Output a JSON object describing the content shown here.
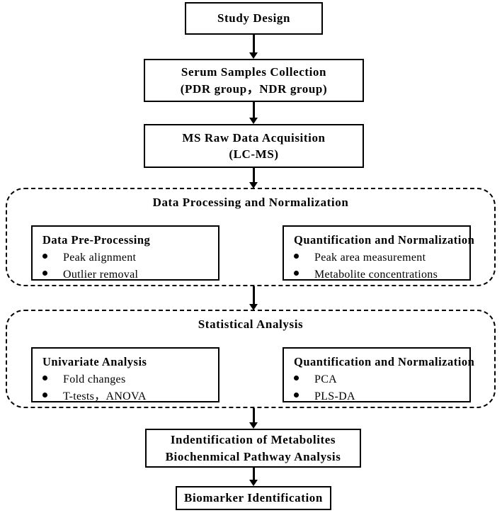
{
  "diagram": {
    "title": "Metabolomics study workflow flowchart",
    "colors": {
      "stroke": "#000000",
      "background": "#ffffff",
      "text": "#000000"
    },
    "nodes": {
      "study_design": {
        "line1": "Study Design"
      },
      "serum_samples": {
        "line1": "Serum Samples Collection",
        "line2": "(PDR group，NDR group)"
      },
      "ms_raw_data": {
        "line1": "MS Raw Data Acquisition",
        "line2": "(LC-MS)"
      },
      "identification": {
        "line1": "Indentification of Metabolites",
        "line2": "Biochenmical Pathway Analysis"
      },
      "biomarker": {
        "line1": "Biomarker Identification"
      }
    },
    "groups": [
      {
        "id": "data-processing",
        "title": "Data Processing and Normalization",
        "panels": [
          {
            "id": "data-pre-processing",
            "title": "Data Pre-Processing",
            "bullets": [
              "Peak alignment",
              "Outlier removal"
            ]
          },
          {
            "id": "quantification-normalization",
            "title": "Quantification and Normalization",
            "bullets": [
              "Peak area measurement",
              "Metabolite concentrations"
            ]
          }
        ]
      },
      {
        "id": "statistical-analysis",
        "title": "Statistical Analysis",
        "panels": [
          {
            "id": "univariate-analysis",
            "title": "Univariate Analysis",
            "bullets": [
              "Fold changes",
              "T-tests，ANOVA"
            ]
          },
          {
            "id": "multivariate-analysis",
            "title": "Quantification and Normalization",
            "bullets": [
              "PCA",
              "PLS-DA"
            ]
          }
        ]
      }
    ],
    "connectors": [
      {
        "id": "arrow-study-to-serum",
        "label": "arrow-down"
      },
      {
        "id": "arrow-serum-to-msraw",
        "label": "arrow-down"
      },
      {
        "id": "arrow-msraw-to-processing",
        "label": "arrow-down"
      },
      {
        "id": "arrow-processing-to-statistics",
        "label": "arrow-down"
      },
      {
        "id": "arrow-statistics-to-identification",
        "label": "arrow-down"
      },
      {
        "id": "arrow-identification-to-biomarker",
        "label": "arrow-down"
      }
    ]
  }
}
